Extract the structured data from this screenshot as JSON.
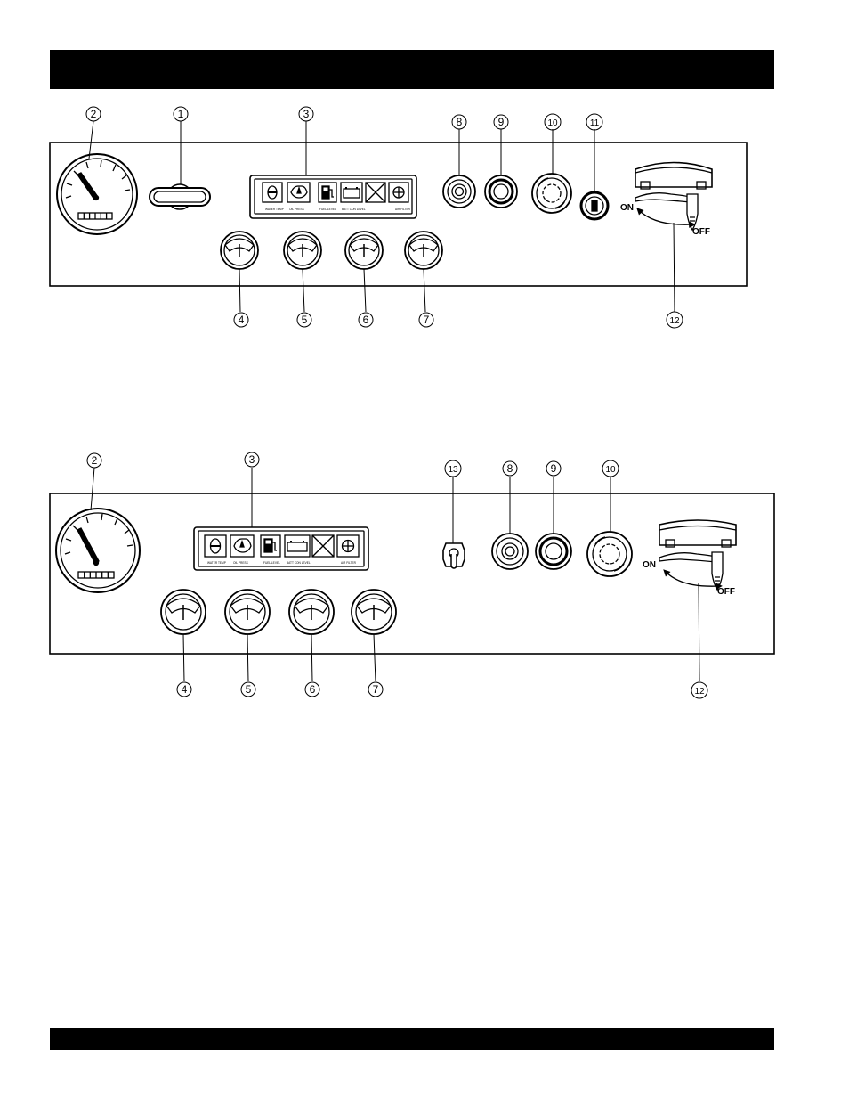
{
  "panel_a": {
    "callouts": [
      "2",
      "1",
      "3",
      "8",
      "9",
      "10",
      "11",
      "4",
      "5",
      "6",
      "7",
      "12"
    ],
    "indicator_labels": [
      "WATER TEMP",
      "OIL PRESS",
      "FUEL LEVEL",
      "BATT CON LEVEL",
      "AIR FILTER"
    ],
    "switch_on": "ON",
    "switch_off": "OFF"
  },
  "panel_b": {
    "callouts": [
      "2",
      "3",
      "13",
      "8",
      "9",
      "10",
      "4",
      "5",
      "6",
      "7",
      "12"
    ],
    "indicator_labels": [
      "WATER TEMP",
      "OIL PRESS",
      "FUEL LEVEL",
      "BATT CON LEVEL",
      "AIR FILTER"
    ],
    "switch_on": "ON",
    "switch_off": "OFF"
  },
  "colors": {
    "ink": "#000000",
    "paper": "#ffffff"
  }
}
